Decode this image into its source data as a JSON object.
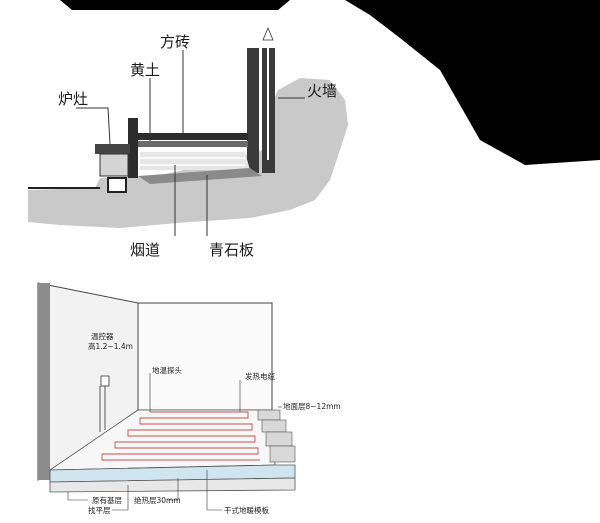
{
  "kang_diagram": {
    "labels": {
      "tile": "方砖",
      "loess": "黄土",
      "stove": "炉灶",
      "fire_wall": "火墙",
      "flue": "烟道",
      "bluestone": "青石板"
    }
  },
  "floor_heating_diagram": {
    "labels": {
      "thermostat": "温控器",
      "thermostat_height": "高1.2~1.4m",
      "floor_probe": "地温探头",
      "heating_cable": "发热电缆",
      "surface_layer": "地面层8~12mm",
      "original_base": "原有基层",
      "leveling_layer": "找平层",
      "insulation_layer": "绝热层30mm",
      "dry_module": "干式地暖模板"
    }
  }
}
